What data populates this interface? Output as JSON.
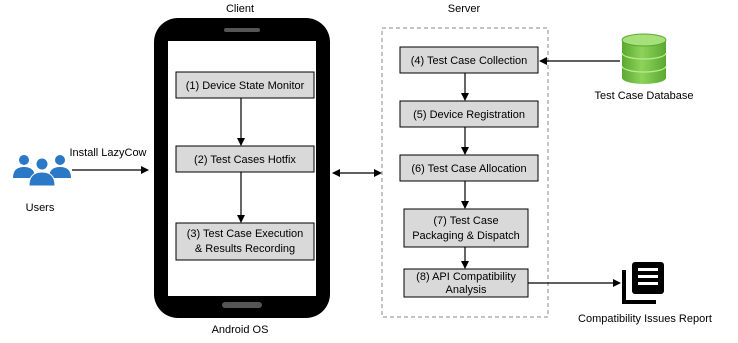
{
  "headers": {
    "client": "Client",
    "server": "Server"
  },
  "users": {
    "label": "Users",
    "install_label": "Install LazyCow"
  },
  "phone": {
    "os_label": "Android OS"
  },
  "client_steps": [
    {
      "lines": [
        "(1) Device State Monitor"
      ]
    },
    {
      "lines": [
        "(2) Test Cases Hotfix"
      ]
    },
    {
      "lines": [
        "(3) Test Case Execution",
        "& Results Recording"
      ]
    }
  ],
  "server_steps": [
    {
      "lines": [
        "(4) Test Case Collection"
      ]
    },
    {
      "lines": [
        "(5) Device Registration"
      ]
    },
    {
      "lines": [
        "(6) Test Case Allocation"
      ]
    },
    {
      "lines": [
        "(7) Test Case",
        "Packaging & Dispatch"
      ]
    },
    {
      "lines": [
        "(8) API Compatibility",
        "Analysis"
      ]
    }
  ],
  "database": {
    "label": "Test Case Database",
    "icon": "database-icon",
    "color": "#7dc646"
  },
  "report": {
    "label": "Compatibility Issues Report",
    "icon": "report-icon"
  }
}
